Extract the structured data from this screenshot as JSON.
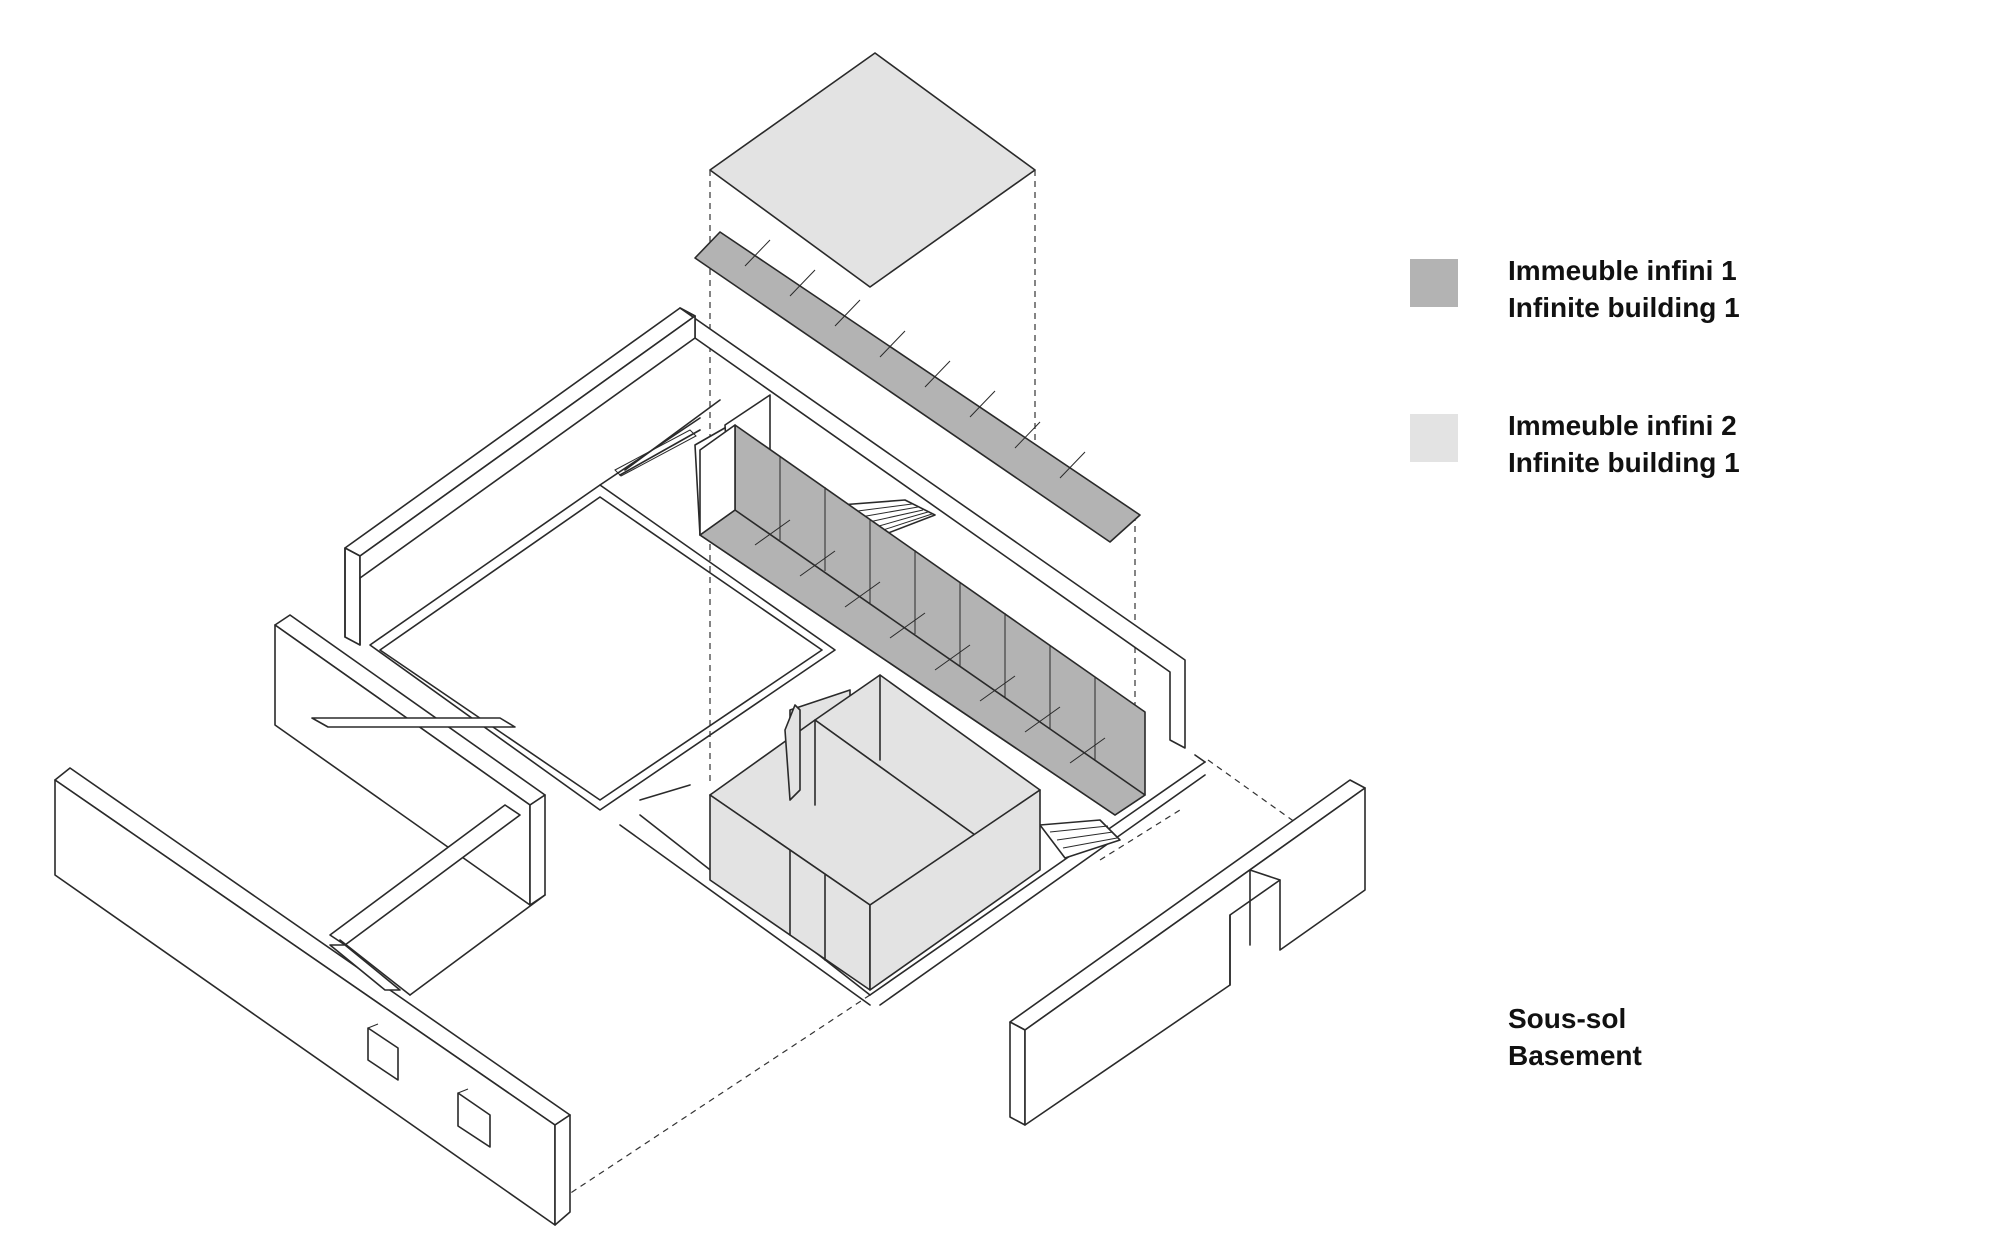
{
  "colors": {
    "building_1": "#b3b3b3",
    "building_2": "#e3e3e3",
    "line": "#2a2a2a",
    "background": "#ffffff"
  },
  "legend": [
    {
      "line1": "Immeuble infini 1",
      "line2": "Infinite building 1",
      "color": "#b3b3b3"
    },
    {
      "line1": "Immeuble infini 2",
      "line2": "Infinite building 1",
      "color": "#e3e3e3"
    }
  ],
  "level": {
    "line1": "Sous-sol",
    "line2": "Basement"
  }
}
